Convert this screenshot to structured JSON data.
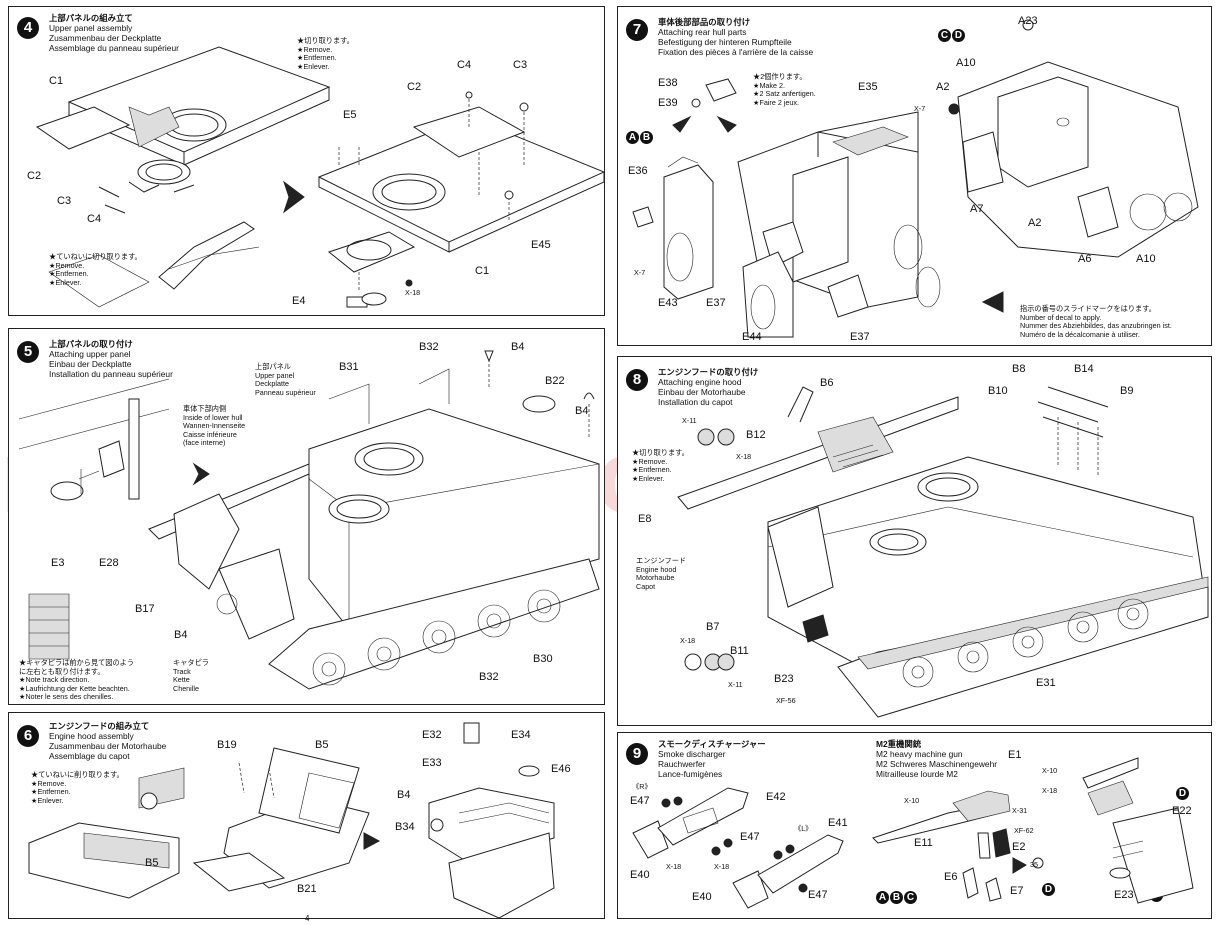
{
  "steps": {
    "s4": {
      "num": "4",
      "jp": "上部パネルの組み立て",
      "en": "Upper panel assembly",
      "de": "Zusammenbau der Deckplatte",
      "fr": "Assemblage du panneau supérieur",
      "note1": [
        "★切り取ります。",
        "★Remove.",
        "★Entfernen.",
        "★Enlever."
      ],
      "note2": [
        "★ていねいに切り取ります。",
        "★Remove.",
        "★Entfernen.",
        "★Enlever."
      ],
      "labels": {
        "c1a": "C1",
        "c2a": "C2",
        "c3a": "C3",
        "c4a": "C4",
        "c4b": "C4",
        "c3b": "C3",
        "c2b": "C2",
        "e5": "E5",
        "e45": "E45",
        "c1b": "C1",
        "e4": "E4",
        "x18": "X-18"
      }
    },
    "s5": {
      "num": "5",
      "jp": "上部パネルの取り付け",
      "en": "Attaching upper panel",
      "de": "Einbau der Deckplatte",
      "fr": "Installation du panneau supérieur",
      "upper": [
        "上部パネル",
        "Upper panel",
        "Deckplatte",
        "Panneau supérieur"
      ],
      "lower": [
        "車体下部内側",
        "Inside of lower hull",
        "Wannen-Innenseite",
        "Caisse inférieure",
        "(face interne)"
      ],
      "track": [
        "キャタピラ",
        "Track",
        "Kette",
        "Chenille"
      ],
      "tracknote": [
        "★キャタピラは前から見て図のよう",
        "に左右とも取り付けます。",
        "★Note track direction.",
        "★Laufrichtung der Kette beachten.",
        "★Noter le sens des chenilles."
      ],
      "labels": {
        "b31": "B31",
        "b32a": "B32",
        "b4a": "B4",
        "b22": "B22",
        "b4b": "B4",
        "e3": "E3",
        "e28": "E28",
        "b17": "B17",
        "b4c": "B4",
        "b32b": "B32",
        "b30": "B30"
      }
    },
    "s6": {
      "num": "6",
      "jp": "エンジンフードの組み立て",
      "en": "Engine hood assembly",
      "de": "Zusammenbau der Motorhaube",
      "fr": "Assemblage du capot",
      "note": [
        "★ていねいに削り取ります。",
        "★Remove.",
        "★Entfernen.",
        "★Enlever."
      ],
      "labels": {
        "b19": "B19",
        "b5a": "B5",
        "b5b": "B5",
        "b21": "B21",
        "e32": "E32",
        "e34": "E34",
        "e33": "E33",
        "e46": "E46",
        "b4": "B4",
        "b34": "B34"
      }
    },
    "s7": {
      "num": "7",
      "jp": "車体後部部品の取り付け",
      "en": "Attaching rear hull parts",
      "de": "Befestigung der hinteren Rumpfteile",
      "fr": "Fixation des pièces à l'arrière de la caisse",
      "make": [
        "★2個作ります。",
        "★Make 2.",
        "★2 Satz anfertigen.",
        "★Faire 2 jeux."
      ],
      "decal": [
        "指示の番号のスライドマークをはります。",
        "Number of decal to apply.",
        "Nummer des Abziehbildes, das anzubringen ist.",
        "Numéro de la décalcomanie à utiliser."
      ],
      "ab": [
        "A",
        "B"
      ],
      "cd": [
        "C",
        "D"
      ],
      "labels": {
        "e38": "E38",
        "e39": "E39",
        "e35": "E35",
        "e36": "E36",
        "x7a": "X-7",
        "e43": "E43",
        "e37a": "E37",
        "e44": "E44",
        "e37b": "E37",
        "a23": "A23",
        "a10a": "A10",
        "a2a": "A2",
        "x7b": "X-7",
        "a7": "A7",
        "a2b": "A2",
        "a6": "A6",
        "a10b": "A10"
      }
    },
    "s8": {
      "num": "8",
      "jp": "エンジンフードの取り付け",
      "en": "Attaching engine hood",
      "de": "Einbau der Motorhaube",
      "fr": "Installation du capot",
      "remove": [
        "★切り取ります。",
        "★Remove.",
        "★Entfernen.",
        "★Enlever."
      ],
      "hood": [
        "エンジンフード",
        "Engine hood",
        "Motorhaube",
        "Capot"
      ],
      "labels": {
        "b6": "B6",
        "x11a": "X-11",
        "b12": "B12",
        "x18a": "X-18",
        "e8": "E8",
        "b7": "B7",
        "x18b": "X-18",
        "b11": "B11",
        "x11b": "X-11",
        "b23": "B23",
        "xf56": "XF-56",
        "b8": "B8",
        "b14": "B14",
        "b10": "B10",
        "b9": "B9",
        "e31": "E31"
      }
    },
    "s9": {
      "num": "9",
      "jp": "スモークディスチャージャー",
      "en": "Smoke discharger",
      "de": "Rauchwerfer",
      "fr": "Lance-fumigènes",
      "mg": [
        "M2重機関銃",
        "M2 heavy machine gun",
        "M2 Schweres Maschinengewehr",
        "Mitrailleuse lourde M2"
      ],
      "r": "《R》",
      "l": "《L》",
      "abc": [
        "A",
        "B",
        "C"
      ],
      "d1": "D",
      "d2": "D",
      "d3": "D",
      "ref35": "35",
      "labels": {
        "e47a": "E47",
        "e42": "E42",
        "e47b": "E47",
        "e41": "E41",
        "x18a": "X-18",
        "x18b": "X-18",
        "e40a": "E40",
        "e40b": "E40",
        "e47c": "E47",
        "e1": "E1",
        "x10a": "X-10",
        "x18c": "X-18",
        "x10b": "X-10",
        "x31": "X-31",
        "e11": "E11",
        "xf62": "XF-62",
        "e2": "E2",
        "e6": "E6",
        "e7": "E7",
        "e22": "E22",
        "e23": "E23"
      }
    }
  },
  "watermark": "modelarmy.cz",
  "page_number": "4"
}
